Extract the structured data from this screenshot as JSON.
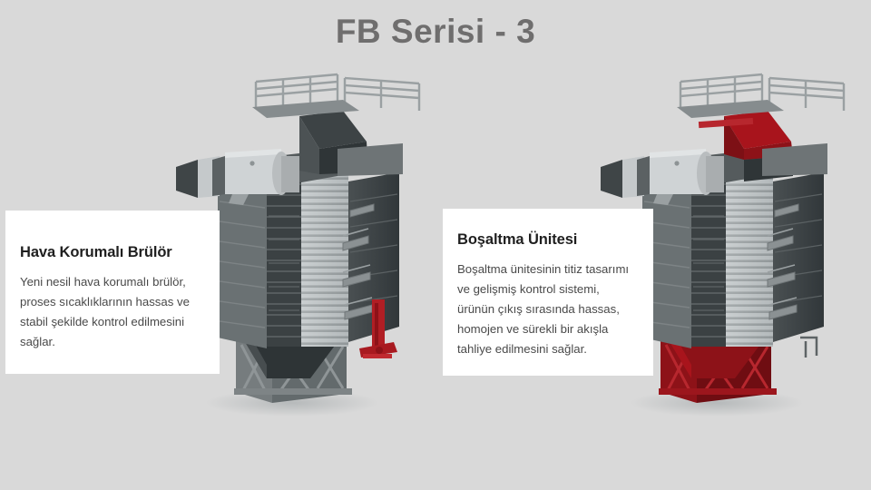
{
  "slide": {
    "title": "FB Serisi - 3",
    "background_color": "#d9d9d9",
    "title_color": "#6f6e6e"
  },
  "cards": [
    {
      "id": "burner",
      "heading": "Hava Korumalı Brülör",
      "body": "Yeni nesil hava korumalı brülör, proses sıcaklıklarının hassas ve stabil şekilde kontrol edilmesini sağlar.",
      "background_color": "#ffffff",
      "heading_color": "#1f1f1f",
      "body_color": "#494949"
    },
    {
      "id": "discharge",
      "heading": "Boşaltma Ünitesi",
      "body": "Boşaltma ünitesinin titiz tasarımı ve gelişmiş kontrol sistemi, ürünün çıkış sırasında hassas, homojen ve sürekli bir akışla tahliye edilmesini sağlar.",
      "background_color": "#ffffff",
      "heading_color": "#1f1f1f",
      "body_color": "#494949"
    }
  ],
  "machines": [
    {
      "id": "left",
      "name": "grain-dryer-tower-burner-highlight",
      "highlight_color": "#b01e24",
      "highlighted_part": "burner-discharge-valve",
      "body_color": "#8a9193"
    },
    {
      "id": "right",
      "name": "grain-dryer-tower-discharge-highlight",
      "highlight_color": "#a8141c",
      "highlighted_part": "discharge-unit-base",
      "body_color": "#8a9193"
    }
  ]
}
